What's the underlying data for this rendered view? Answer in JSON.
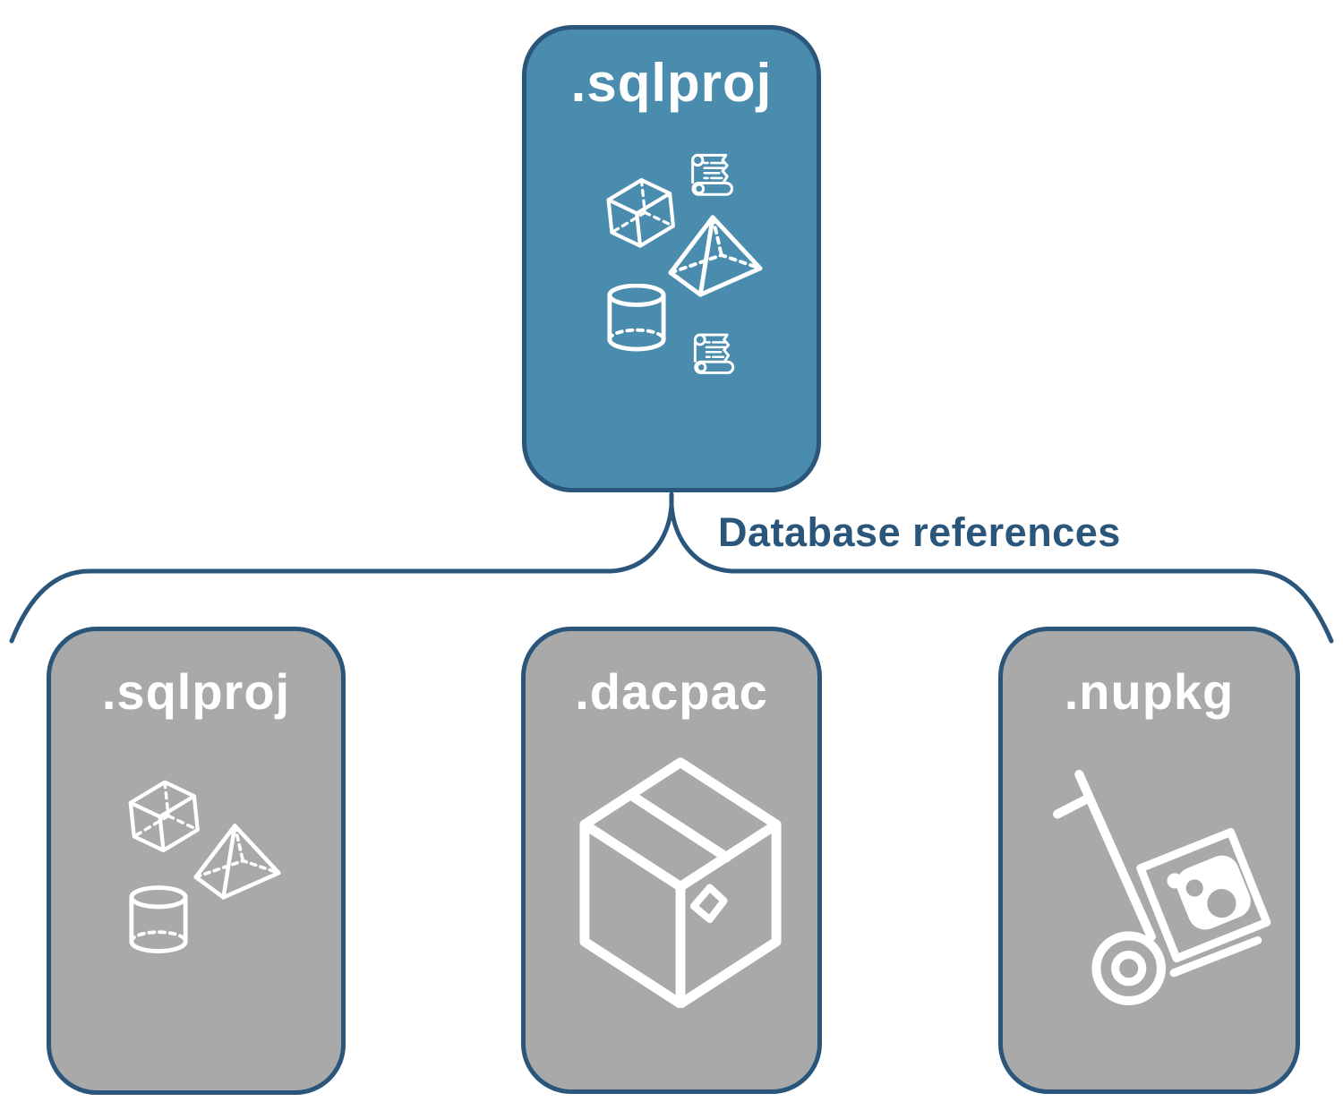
{
  "palette": {
    "accent_dark_blue": "#2A567C",
    "card_blue": "#4A8CAE",
    "card_gray": "#A9A9A9",
    "icon_white": "#FFFFFF",
    "background": "#FFFFFF"
  },
  "source_card": {
    "label": ".sqlproj",
    "icons": [
      "cube-icon",
      "scroll-icon",
      "pyramid-icon",
      "cylinder-icon",
      "scroll-icon"
    ]
  },
  "connector": {
    "label": "Database references"
  },
  "target_cards": [
    {
      "label": ".sqlproj",
      "icons": [
        "cube-icon",
        "pyramid-icon",
        "cylinder-icon"
      ]
    },
    {
      "label": ".dacpac",
      "icons": [
        "package-box-icon"
      ]
    },
    {
      "label": ".nupkg",
      "icons": [
        "nuget-hand-truck-icon"
      ]
    }
  ]
}
